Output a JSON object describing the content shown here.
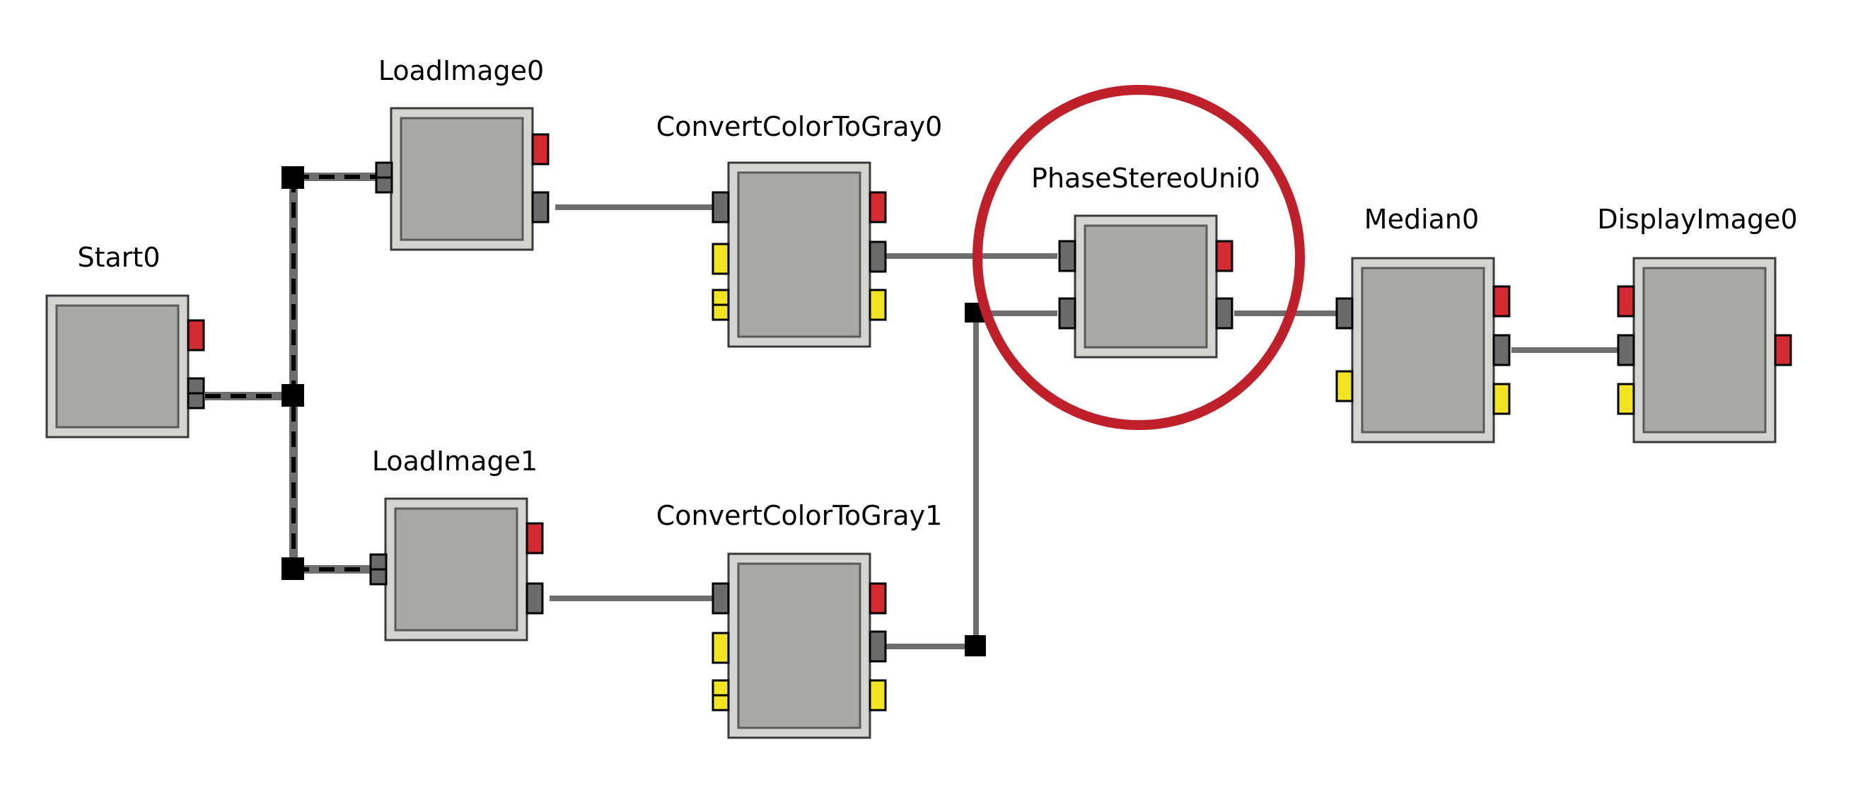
{
  "diagram": {
    "nodes": [
      {
        "id": "start0",
        "label": "Start0"
      },
      {
        "id": "loadimage0",
        "label": "LoadImage0"
      },
      {
        "id": "loadimage1",
        "label": "LoadImage1"
      },
      {
        "id": "convertcolortogray0",
        "label": "ConvertColorToGray0"
      },
      {
        "id": "convertcolortogray1",
        "label": "ConvertColorToGray1"
      },
      {
        "id": "phasestereouni0",
        "label": "PhaseStereoUni0"
      },
      {
        "id": "median0",
        "label": "Median0"
      },
      {
        "id": "displayimage0",
        "label": "DisplayImage0"
      }
    ],
    "highlight": {
      "target": "phasestereouni0",
      "shape": "circle",
      "color": "#c0202a"
    },
    "colors": {
      "port_red": "#d42a32",
      "port_gray": "#6b6b6b",
      "port_yellow": "#f2e423",
      "block_face": "#a8a8a5",
      "wire": "#6e6e6e",
      "junction": "#000000"
    }
  }
}
